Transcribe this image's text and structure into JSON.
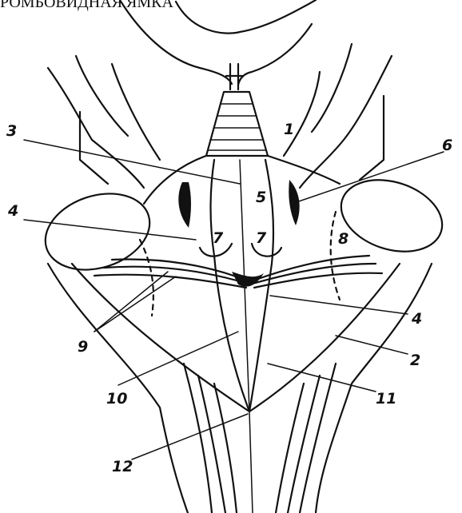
{
  "header": {
    "title": "РОМБОВИДНАЯ ЯМКА"
  },
  "diagram": {
    "labels": [
      "1",
      "2",
      "3",
      "4",
      "4",
      "5",
      "6",
      "7",
      "7",
      "8",
      "9",
      "10",
      "11",
      "12"
    ]
  },
  "colors": {
    "ink": "#111111",
    "background": "#ffffff"
  }
}
